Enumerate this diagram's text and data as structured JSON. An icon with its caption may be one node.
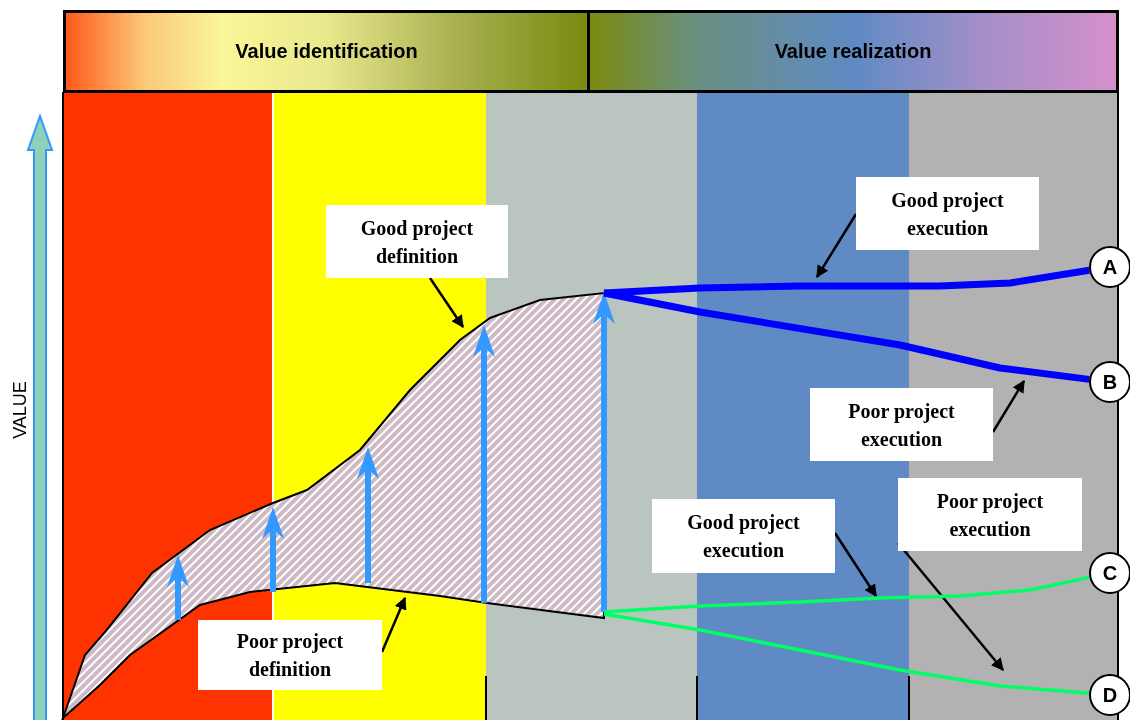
{
  "diagram": {
    "nodes": [
      {
        "text": [
          "Value identification"
        ]
      },
      {
        "text": [
          "Value realization"
        ]
      },
      {
        "text": [
          "Good project definition"
        ]
      },
      {
        "text": [
          "Poor project definition"
        ]
      },
      {
        "text": [
          "Good project execution"
        ]
      },
      {
        "text": [
          "Poor project execution"
        ]
      },
      {
        "text": [
          "Good project execution"
        ]
      },
      {
        "text": [
          "Poor project execution"
        ]
      },
      {
        "text": [
          "A"
        ]
      },
      {
        "text": [
          "B"
        ]
      },
      {
        "text": [
          "C"
        ]
      },
      {
        "text": [
          "D"
        ]
      }
    ],
    "edges": [
      {
        "from": 2,
        "to": null,
        "arrow": "to"
      },
      {
        "from": 3,
        "to": null,
        "arrow": "to"
      },
      {
        "from": 4,
        "to": null,
        "arrow": "to"
      },
      {
        "from": 5,
        "to": null,
        "arrow": "to"
      },
      {
        "from": 6,
        "to": null,
        "arrow": "to"
      },
      {
        "from": 7,
        "to": null,
        "arrow": "to"
      },
      {
        "from": null,
        "to": 8,
        "arrow": "none",
        "style": "thick",
        "color": "#0000ff"
      },
      {
        "from": null,
        "to": 9,
        "arrow": "none",
        "style": "thick",
        "color": "#0000ff"
      },
      {
        "from": null,
        "to": 10,
        "arrow": "none",
        "color": "#00ff66"
      },
      {
        "from": null,
        "to": 11,
        "arrow": "none",
        "color": "#00ff66"
      }
    ],
    "labels": [
      "VALUE"
    ]
  }
}
